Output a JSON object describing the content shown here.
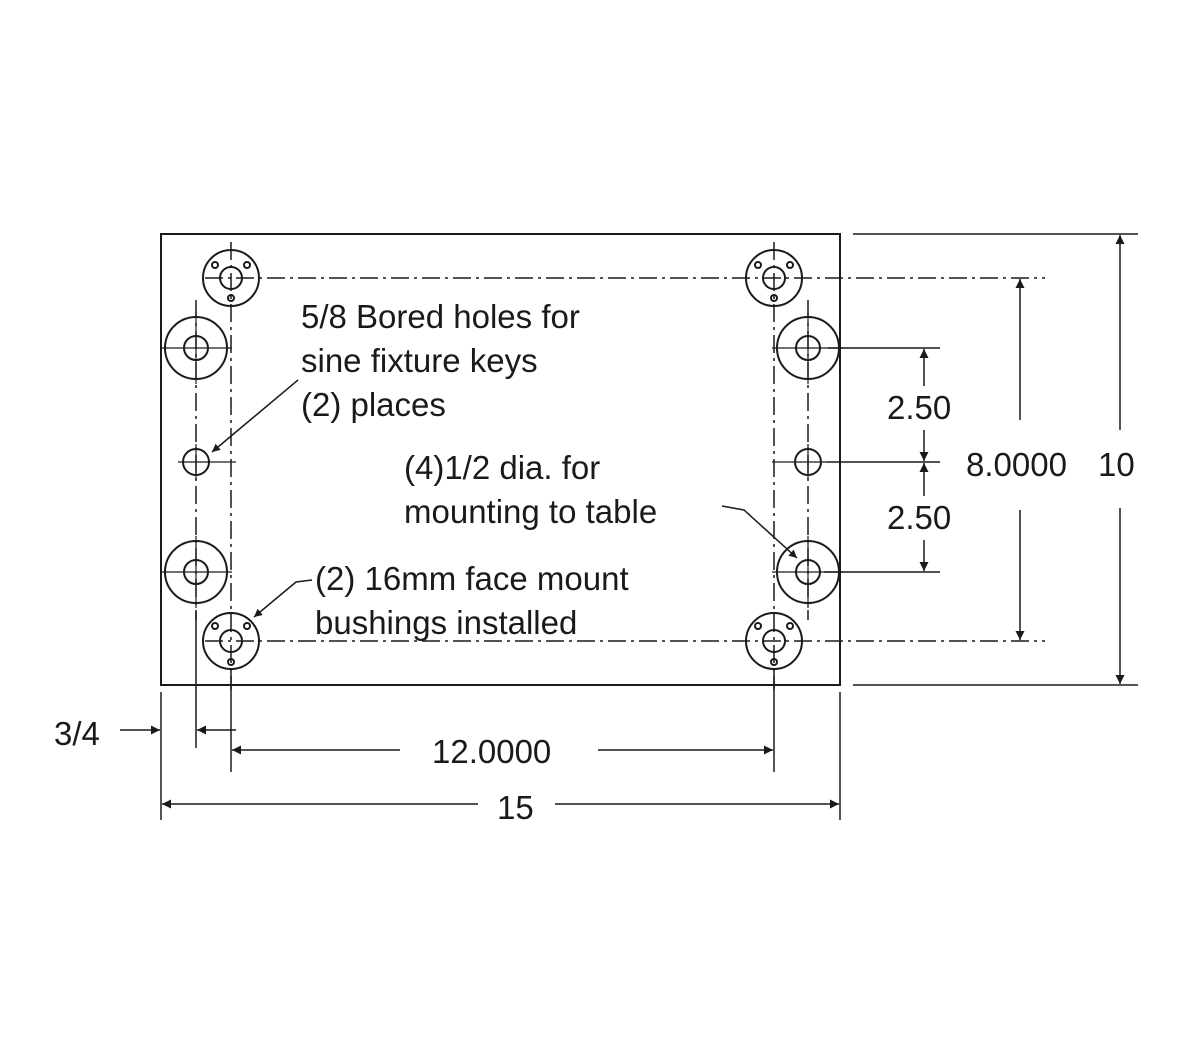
{
  "notes": {
    "bored_holes": [
      "5/8 Bored holes for",
      "sine fixture keys",
      "(2) places"
    ],
    "mounting_holes": [
      "(4)1/2 dia. for",
      "mounting to table"
    ],
    "bushings": [
      "(2) 16mm face mount",
      "bushings installed"
    ]
  },
  "dimensions": {
    "hole_spacing_upper": "2.50",
    "hole_spacing_lower": "2.50",
    "bushing_spacing_vertical": "8.0000",
    "overall_height": "10",
    "edge_offset": "3/4",
    "bushing_spacing_horizontal": "12.0000",
    "overall_width": "15"
  },
  "colors": {
    "line": "#1a1a1a",
    "background": "#ffffff"
  }
}
